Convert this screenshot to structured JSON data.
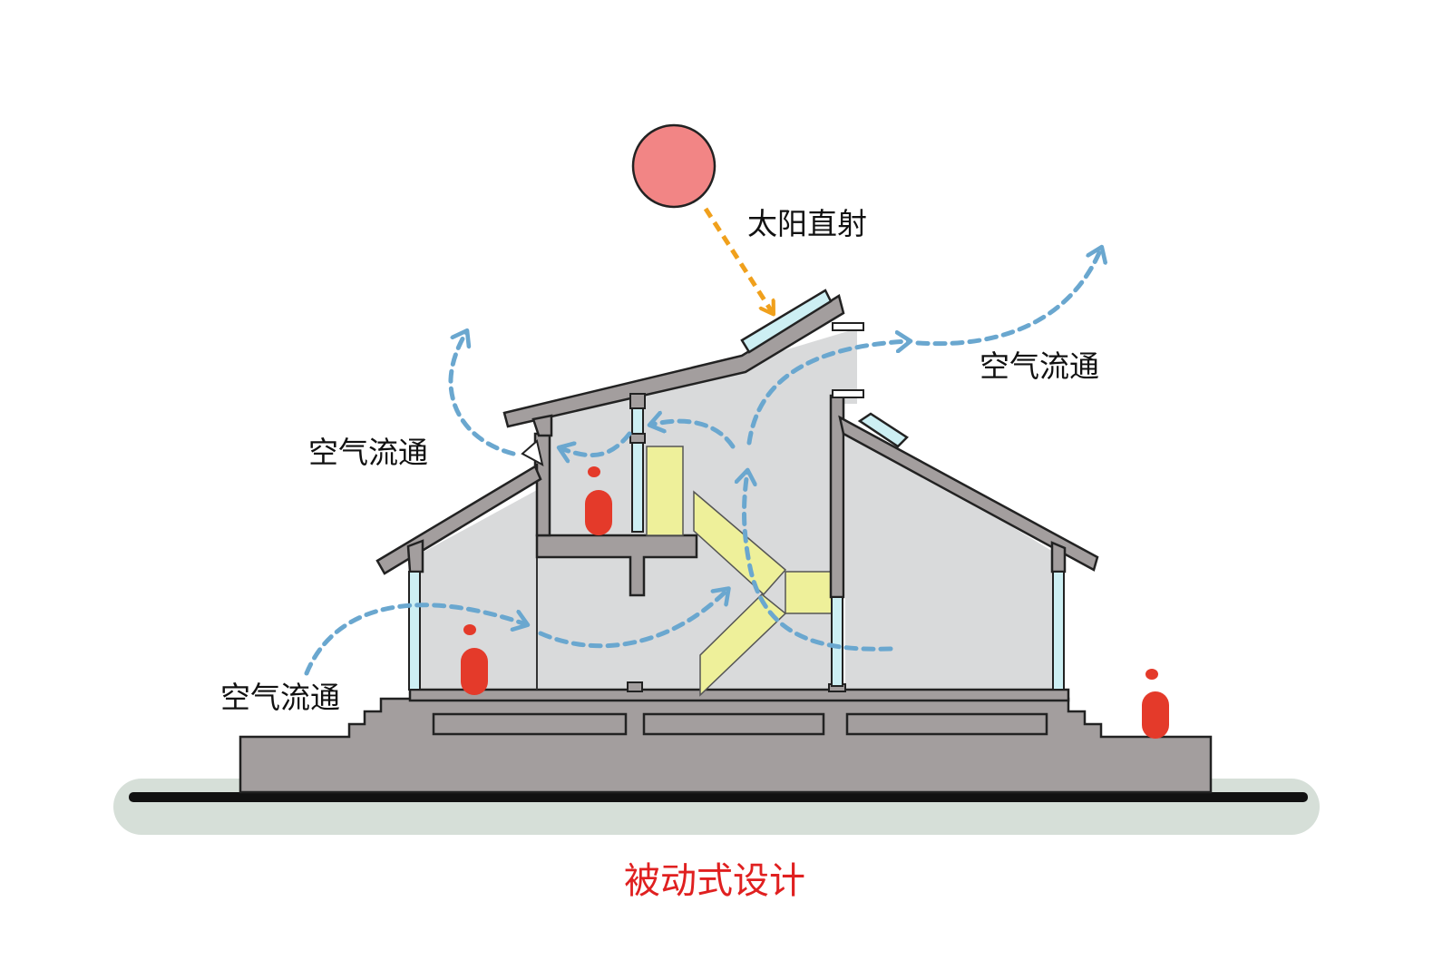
{
  "labels": {
    "sunlight": "太阳直射",
    "airflow_right": "空气流通",
    "airflow_upper_left": "空气流通",
    "airflow_lower_left": "空气流通"
  },
  "caption": "被动式设计",
  "colors": {
    "sun": "#f28585",
    "sun_arrow": "#f0a01c",
    "air_arrow": "#6aa7cf",
    "structure": "#a39e9e",
    "interior": "#d9dadb",
    "glass": "#cdeff3",
    "stair": "#eef09a",
    "person": "#e43a2a",
    "ground_shadow": "#d6dfd8",
    "caption": "#e02020"
  }
}
